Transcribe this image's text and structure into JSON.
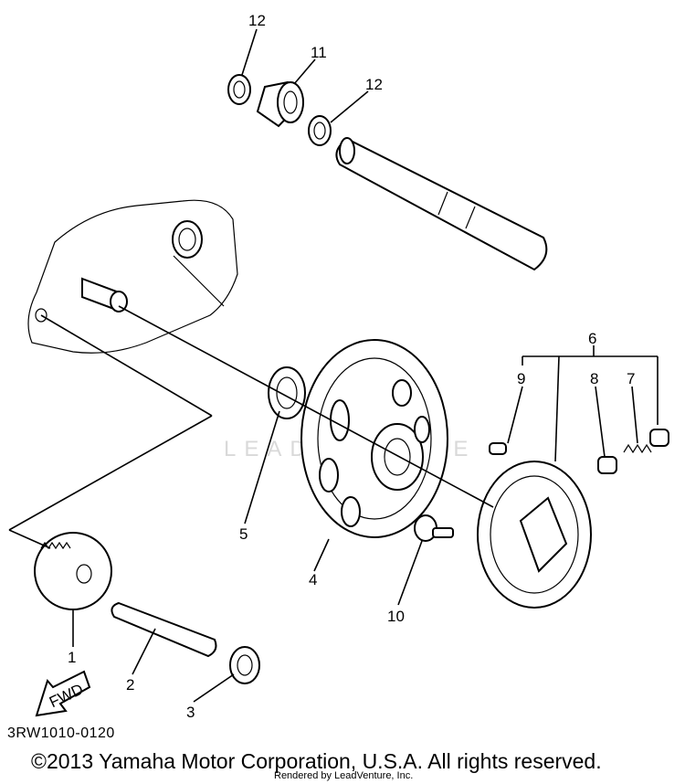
{
  "parts": {
    "p1": "1",
    "p2": "2",
    "p3": "3",
    "p4": "4",
    "p5": "5",
    "p6": "6",
    "p7": "7",
    "p8": "8",
    "p9": "9",
    "p10": "10",
    "p11": "11",
    "p12a": "12",
    "p12b": "12"
  },
  "fwd_label": "FWD",
  "diagram_code": "3RW1010-0120",
  "copyright": "©2013 Yamaha Motor Corporation, U.S.A. All rights reserved.",
  "rendered_by": "Rendered by LeadVenture, Inc.",
  "watermark": "LEADVENTURE"
}
